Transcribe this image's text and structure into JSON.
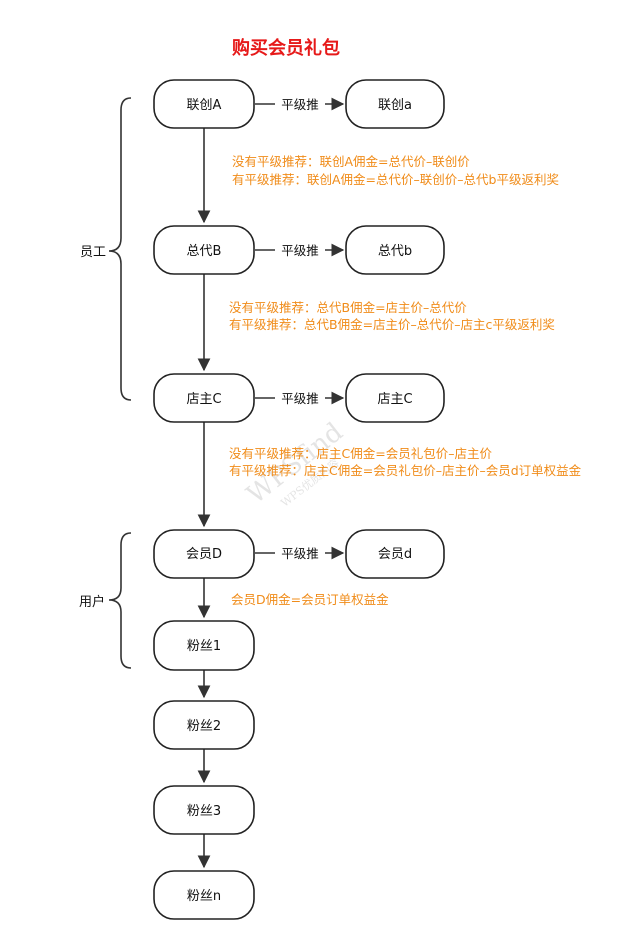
{
  "title": "购买会员礼包",
  "colors": {
    "title": "#e61919",
    "note": "#f08c1a",
    "stroke": "#222222"
  },
  "nodes": {
    "lianchuang_A": "联创A",
    "lianchuang_a": "联创a",
    "zongdai_B": "总代B",
    "zongdai_b": "总代b",
    "dianzhu_C": "店主C",
    "dianzhu_C_peer": "店主C",
    "huiyuan_D": "会员D",
    "huiyuan_d": "会员d",
    "fensi_1": "粉丝1",
    "fensi_2": "粉丝2",
    "fensi_3": "粉丝3",
    "fensi_n": "粉丝n"
  },
  "edge_labels": {
    "a": "平级推",
    "b": "平级推",
    "c": "平级推",
    "d": "平级推"
  },
  "notes": {
    "A_line1": "没有平级推荐：联创A佣金=总代价–联创价",
    "A_line2": "有平级推荐：联创A佣金=总代价–联创价–总代b平级返利奖",
    "B_line1": "没有平级推荐：总代B佣金=店主价–总代价",
    "B_line2": "有平级推荐：总代B佣金=店主价–总代价–店主c平级返利奖",
    "C_line1": "没有平级推荐：店主C佣金=会员礼包价–店主价",
    "C_line2": "有平级推荐：店主C佣金=会员礼包价–店主价–会员d订单权益金",
    "D_line1": "会员D佣金=会员订单权益金"
  },
  "groups": {
    "staff": "员工",
    "users": "用户"
  },
  "watermark": {
    "line1": "WPSfind",
    "line2": "WPS优质内容"
  }
}
